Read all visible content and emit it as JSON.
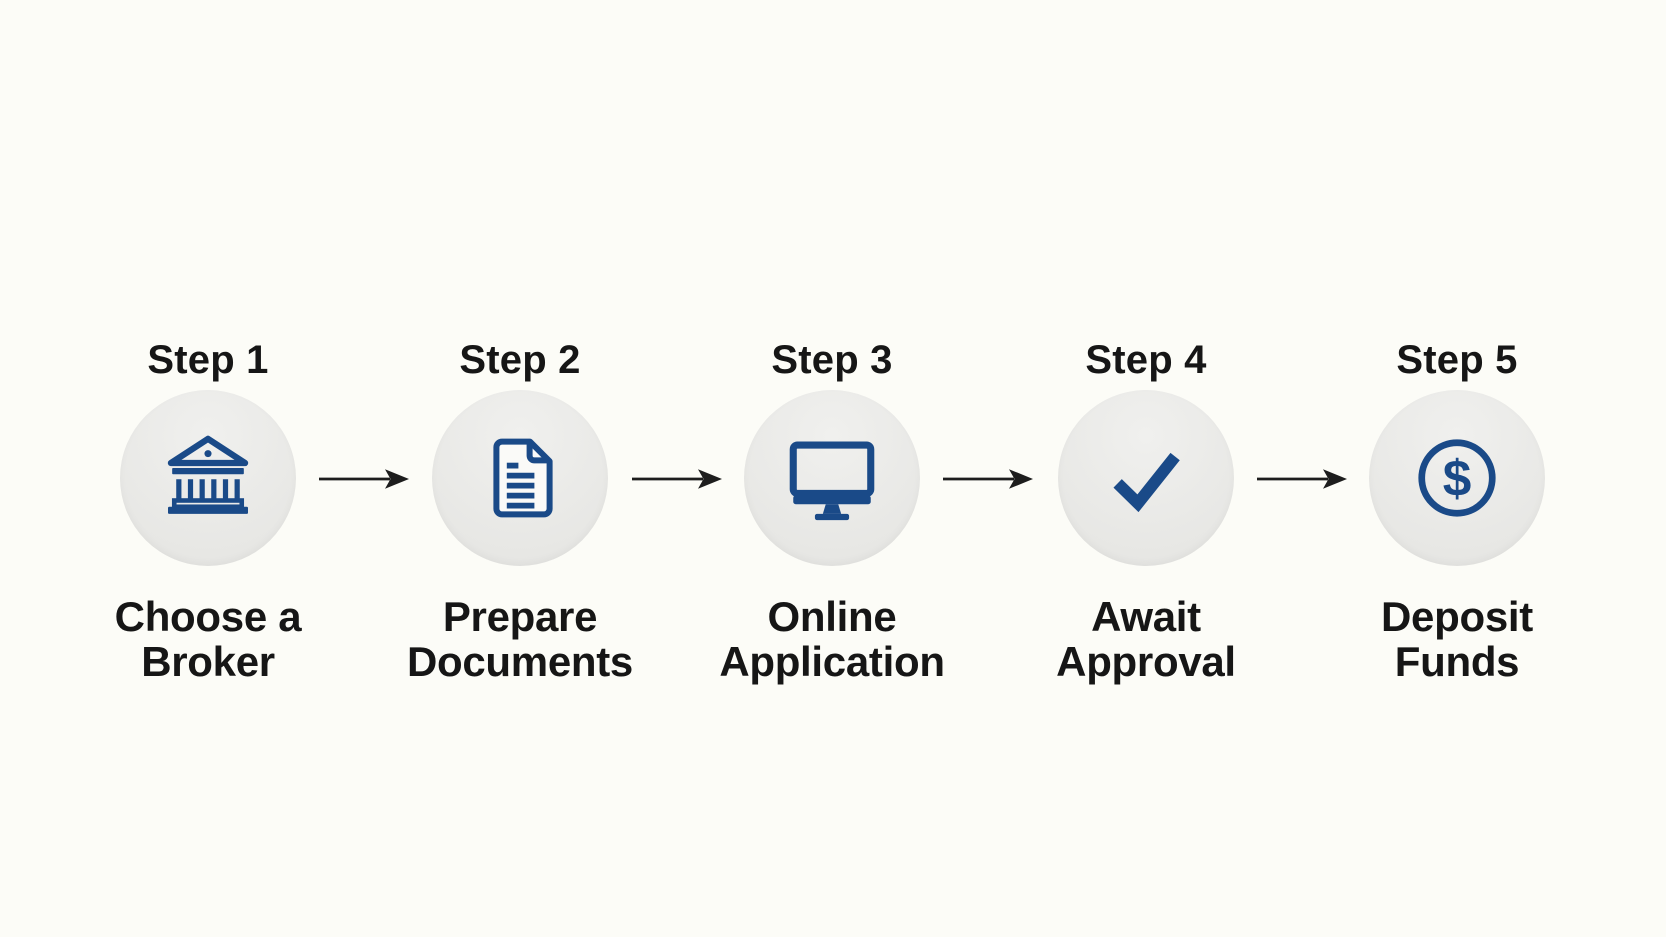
{
  "colors": {
    "background": "#fcfcf7",
    "icon-blue": "#1a4a88",
    "circle-fill-top": "#f0f0ee",
    "circle-fill-bottom": "#e4e4e1",
    "text": "#161616",
    "arrow": "#1d1d1d"
  },
  "steps": [
    {
      "title": "Step 1",
      "label_lines": [
        "Choose a",
        "Broker"
      ],
      "icon": "bank-icon"
    },
    {
      "title": "Step 2",
      "label_lines": [
        "Prepare",
        "Documents"
      ],
      "icon": "document-icon"
    },
    {
      "title": "Step 3",
      "label_lines": [
        "Online",
        "Application"
      ],
      "icon": "monitor-icon"
    },
    {
      "title": "Step 4",
      "label_lines": [
        "Await",
        "Approval"
      ],
      "icon": "checkmark-icon"
    },
    {
      "title": "Step 5",
      "label_lines": [
        "Deposit",
        "Funds"
      ],
      "icon": "dollar-icon"
    }
  ],
  "icons": {
    "dollar_glyph": "$"
  }
}
